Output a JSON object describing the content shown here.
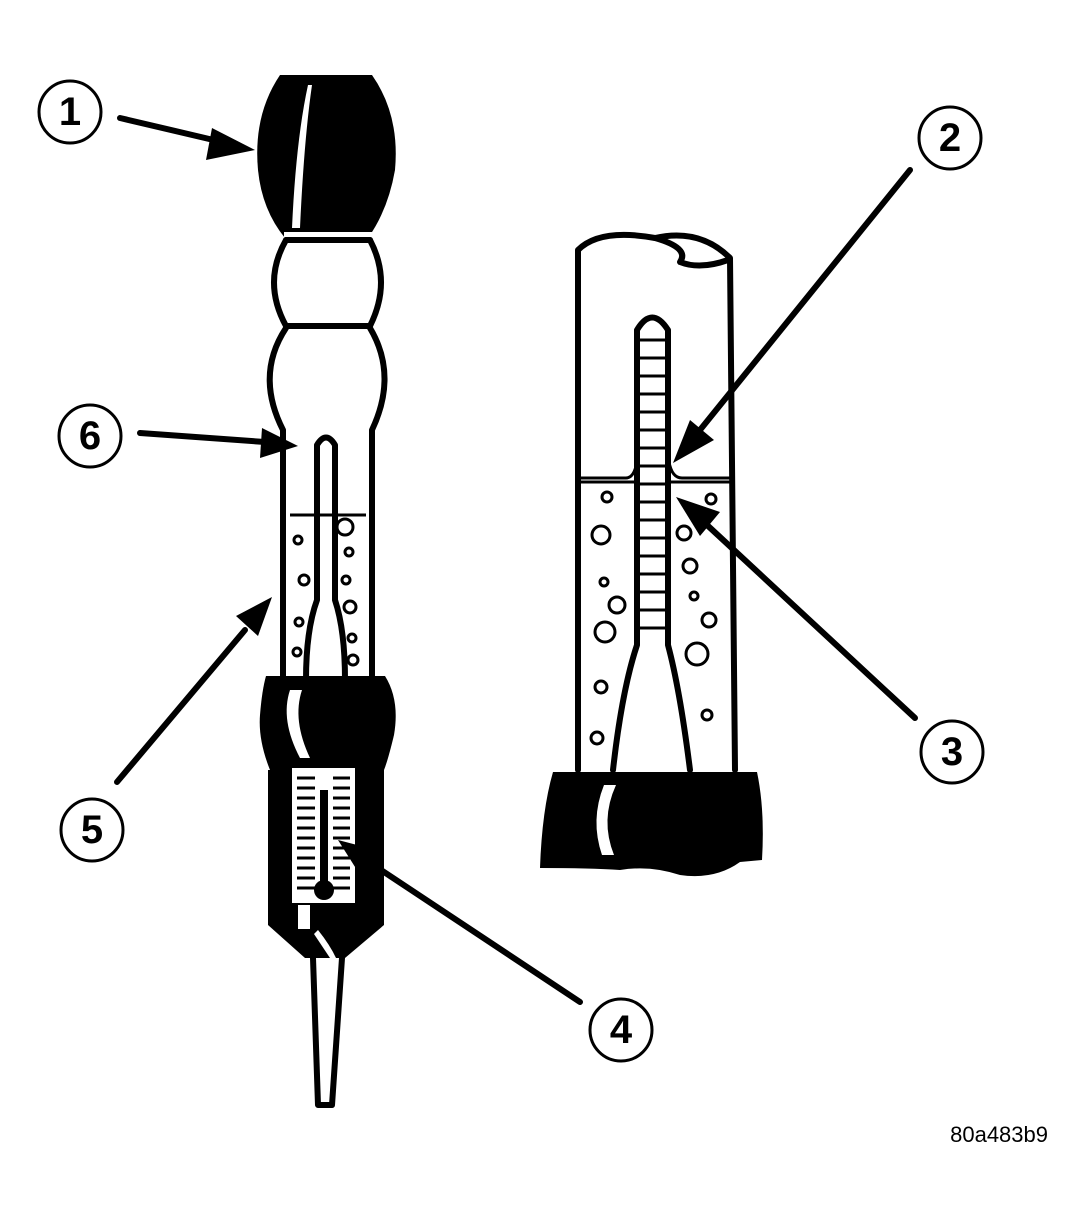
{
  "diagram": {
    "callouts": [
      {
        "id": 1,
        "label": "1"
      },
      {
        "id": 2,
        "label": "2"
      },
      {
        "id": 3,
        "label": "3"
      },
      {
        "id": 4,
        "label": "4"
      },
      {
        "id": 5,
        "label": "5"
      },
      {
        "id": 6,
        "label": "6"
      }
    ],
    "figure_code": "80a483b9"
  }
}
